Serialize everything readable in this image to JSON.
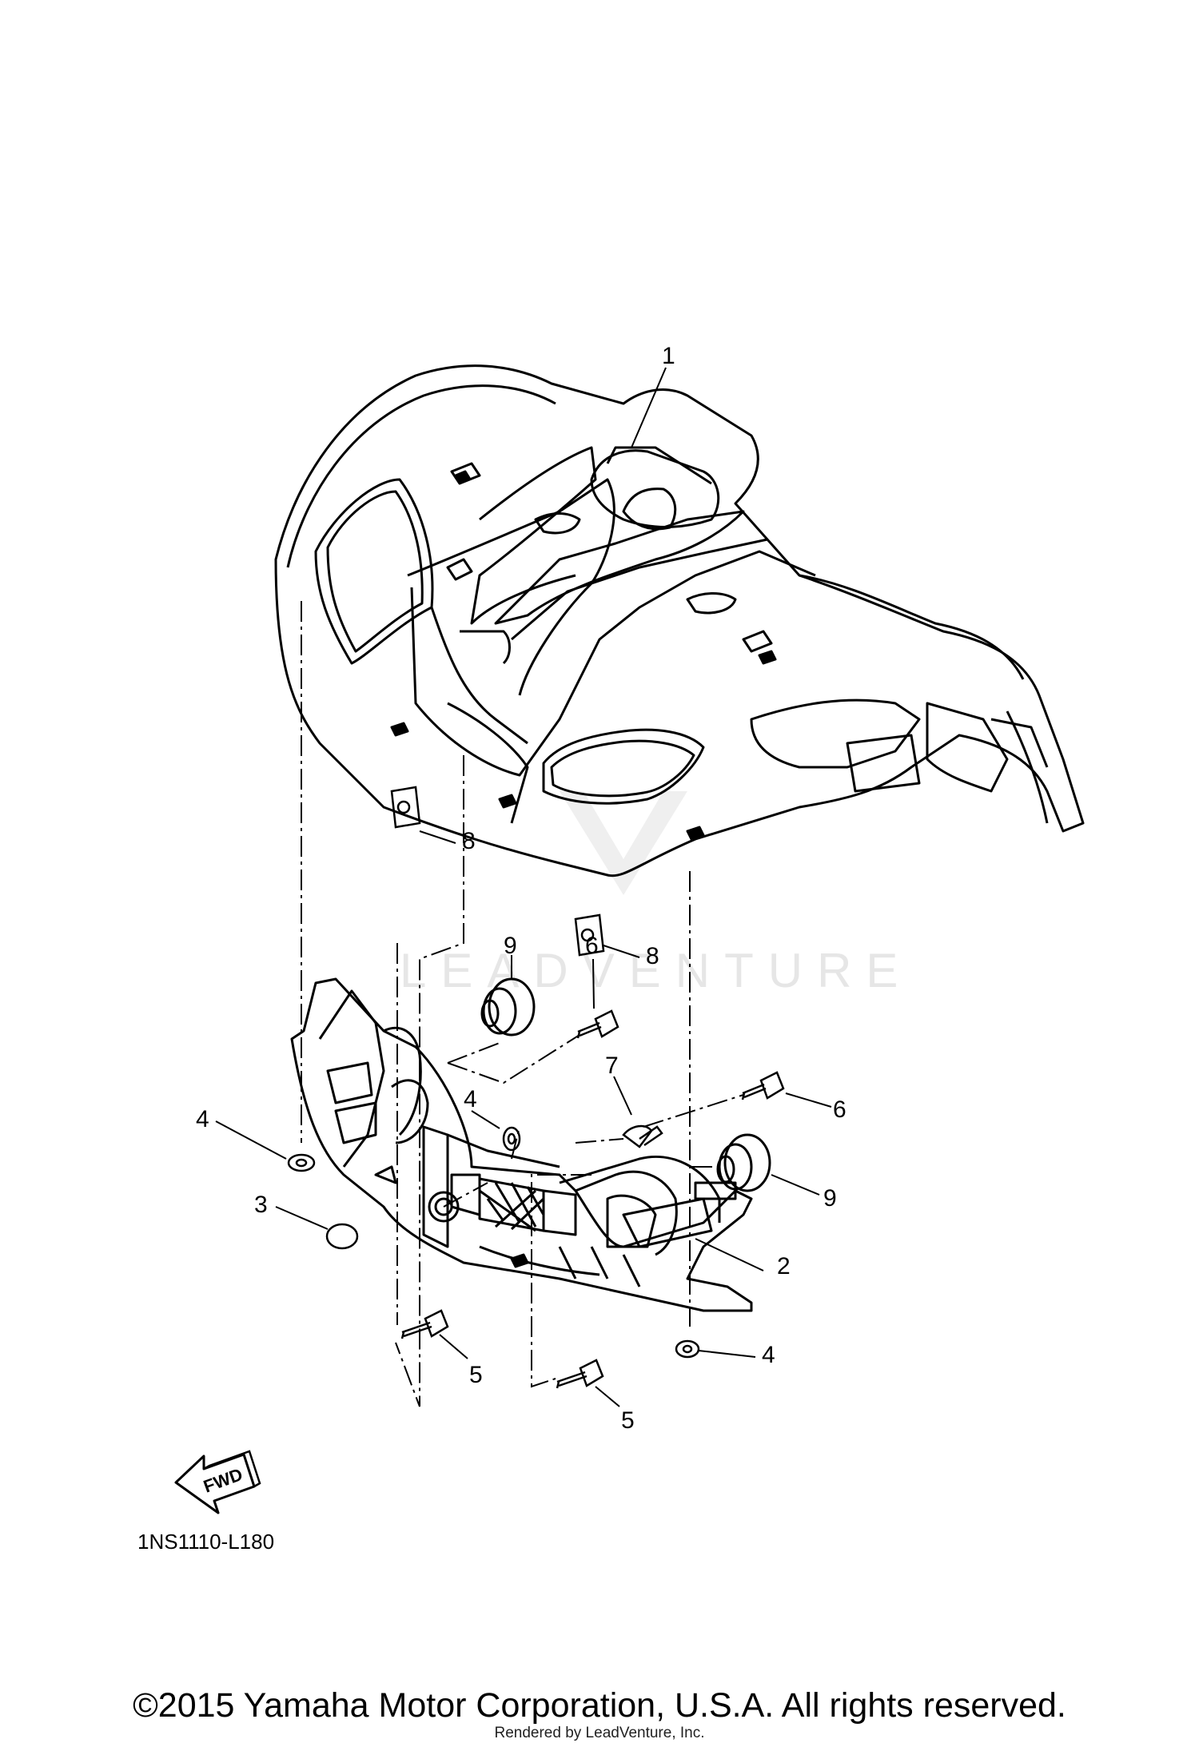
{
  "diagram": {
    "watermark": "LEADVENTURE",
    "fwd_label": "FWD",
    "part_code": "1NS1110-L180",
    "callouts": [
      {
        "id": "c1",
        "label": "1"
      },
      {
        "id": "c2",
        "label": "2"
      },
      {
        "id": "c3",
        "label": "3"
      },
      {
        "id": "c4a",
        "label": "4"
      },
      {
        "id": "c4b",
        "label": "4"
      },
      {
        "id": "c4c",
        "label": "4"
      },
      {
        "id": "c5a",
        "label": "5"
      },
      {
        "id": "c5b",
        "label": "5"
      },
      {
        "id": "c6a",
        "label": "6"
      },
      {
        "id": "c6b",
        "label": "6"
      },
      {
        "id": "c7",
        "label": "7"
      },
      {
        "id": "c8a",
        "label": "8"
      },
      {
        "id": "c8b",
        "label": "8"
      },
      {
        "id": "c9a",
        "label": "9"
      },
      {
        "id": "c9b",
        "label": "9"
      }
    ]
  },
  "footer": {
    "copyright": "©2015 Yamaha Motor Corporation, U.S.A. All rights reserved.",
    "rendered_by": "Rendered by LeadVenture, Inc."
  }
}
